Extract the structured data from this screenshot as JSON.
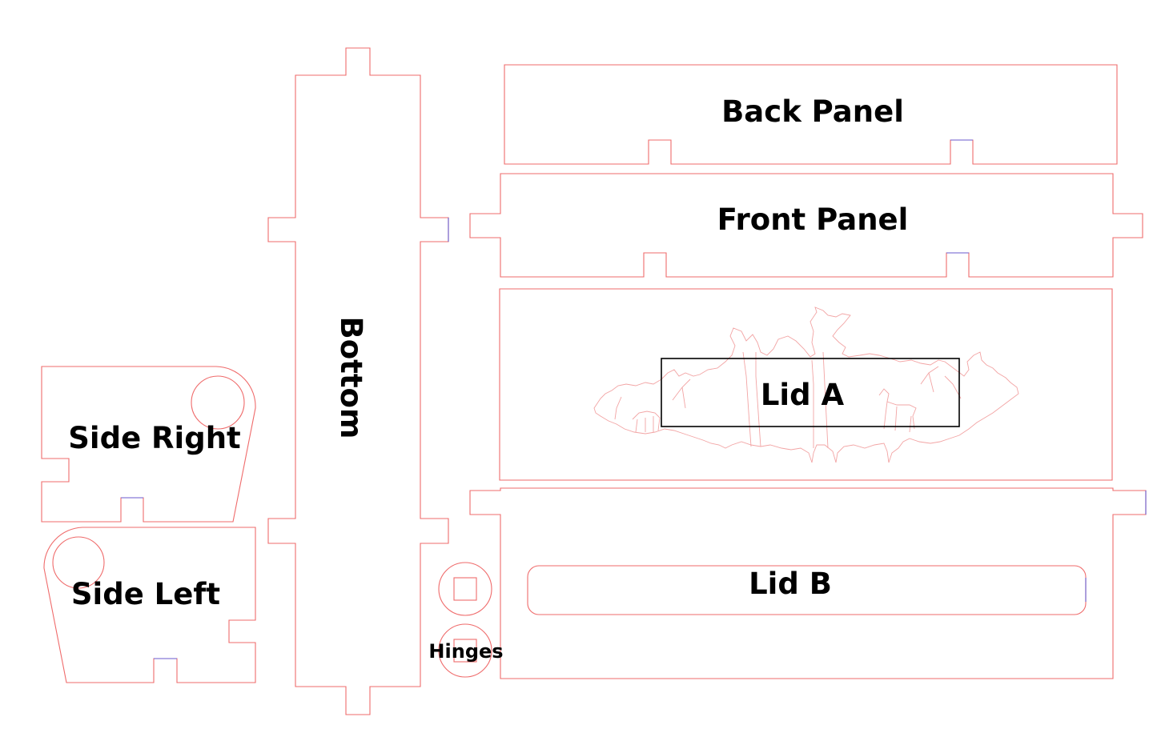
{
  "title": "Box laser-cut template",
  "colors": {
    "cut_line": "#ef6b6b",
    "alignment_mark": "#6a5acd",
    "engraving": "#f2a4a4",
    "label_text": "#000000",
    "lid_a_frame": "#000000"
  },
  "parts": {
    "back_panel": {
      "label": "Back Panel"
    },
    "front_panel": {
      "label": "Front Panel"
    },
    "lid_a": {
      "label": "Lid A"
    },
    "lid_b": {
      "label": "Lid B"
    },
    "bottom": {
      "label": "Bottom"
    },
    "side_right": {
      "label": "Side Right"
    },
    "side_left": {
      "label": "Side Left"
    },
    "hinges": {
      "label": "Hinges"
    }
  },
  "engraving": {
    "subject": "forest-silhouette-with-deer"
  }
}
